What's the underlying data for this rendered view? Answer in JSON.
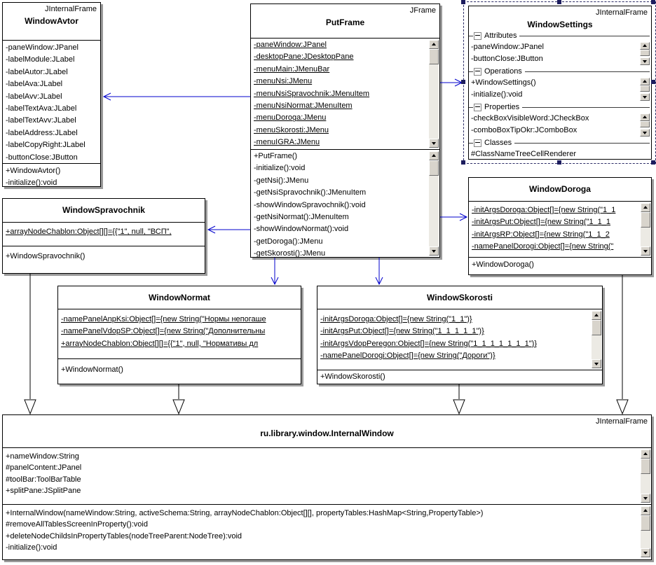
{
  "colors": {
    "association": "#0000cc",
    "generalization": "#000000",
    "box_border": "#000000",
    "shadow": "#9b9b9b",
    "selection": "#2b2b66"
  },
  "classes": {
    "windowAvtor": {
      "stereotype": "JInternalFrame",
      "name": "WindowAvtor",
      "attributes": [
        {
          "t": "-paneWindow:JPanel"
        },
        {
          "t": "-labelModule:JLabel"
        },
        {
          "t": "-labelAutor:JLabel"
        },
        {
          "t": "-labelAva:JLabel"
        },
        {
          "t": "-labelAvv:JLabel"
        },
        {
          "t": "-labelTextAva:JLabel"
        },
        {
          "t": "-labelTextAvv:JLabel"
        },
        {
          "t": "-labelAddress:JLabel"
        },
        {
          "t": "-labelCopyRight:JLabel"
        },
        {
          "t": "-buttonClose:JButton"
        }
      ],
      "operations": [
        {
          "t": "+WindowAvtor()"
        },
        {
          "t": "-initialize():void"
        }
      ]
    },
    "putFrame": {
      "stereotype": "JFrame",
      "name": "PutFrame",
      "attributes": [
        {
          "t": "-paneWindow:JPanel",
          "u": true
        },
        {
          "t": "-desktopPane:JDesktopPane",
          "u": true
        },
        {
          "t": "-menuMain:JMenuBar",
          "u": true
        },
        {
          "t": "-menuNsi:JMenu",
          "u": true
        },
        {
          "t": "-menuNsiSpravochnik:JMenuItem",
          "u": true
        },
        {
          "t": "-menuNsiNormat:JMenuItem",
          "u": true
        },
        {
          "t": "-menuDoroga:JMenu",
          "u": true
        },
        {
          "t": "-menuSkorosti:JMenu",
          "u": true
        },
        {
          "t": "-menuIGRA:JMenu",
          "u": true
        }
      ],
      "operations": [
        {
          "t": "+PutFrame()"
        },
        {
          "t": "-initialize():void"
        },
        {
          "t": "-getNsi():JMenu"
        },
        {
          "t": "-getNsiSpravochnik():JMenuItem"
        },
        {
          "t": "-showWindowSpravochnik():void"
        },
        {
          "t": "-getNsiNormat():JMenuItem"
        },
        {
          "t": "-showWindowNormat():void"
        },
        {
          "t": "-getDoroga():JMenu"
        },
        {
          "t": "-getSkorosti():JMenu"
        }
      ]
    },
    "windowSettings": {
      "stereotype": "JInternalFrame",
      "name": "WindowSettings",
      "sections": [
        {
          "title": "Attributes",
          "scroll": true,
          "items": [
            {
              "t": "-paneWindow:JPanel"
            },
            {
              "t": "-buttonClose:JButton"
            }
          ]
        },
        {
          "title": "Operations",
          "scroll": true,
          "items": [
            {
              "t": "+WindowSettings()"
            },
            {
              "t": "-initialize():void"
            }
          ]
        },
        {
          "title": "Properties",
          "scroll": true,
          "items": [
            {
              "t": "-checkBoxVisibleWord:JCheckBox"
            },
            {
              "t": "-comboBoxTipOkr:JComboBox"
            }
          ]
        },
        {
          "title": "Classes",
          "scroll": false,
          "items": [
            {
              "t": "#ClassNameTreeCellRenderer"
            }
          ]
        }
      ]
    },
    "windowSpravochnik": {
      "name": "WindowSpravochnik",
      "attributes": [
        {
          "t": "+arrayNodeChablon:Object[][]={{\"1\", null, \"ВСП\",",
          "u": true
        }
      ],
      "operations": [
        {
          "t": "+WindowSpravochnik()"
        }
      ]
    },
    "windowDoroga": {
      "name": "WindowDoroga",
      "attributes": [
        {
          "t": "-initArgsDoroga:Object[]={new String(\"1_1",
          "u": true
        },
        {
          "t": "-initArgsPut:Object[]={new String(\"1_1_1",
          "u": true
        },
        {
          "t": "-initArgsRP:Object[]={new String(\"1_1_2",
          "u": true
        },
        {
          "t": "-namePanelDorogi:Object[]={new String(\"",
          "u": true
        }
      ],
      "operations": [
        {
          "t": "+WindowDoroga()"
        }
      ]
    },
    "windowNormat": {
      "name": "WindowNormat",
      "attributes": [
        {
          "t": "-namePanelAnpKsi:Object[]={new String(\"Нормы непогаше",
          "u": true
        },
        {
          "t": "-namePanelVdopSP:Object[]={new String(\"Дополнительны",
          "u": true
        },
        {
          "t": "+arrayNodeChablon:Object[][]={{\"1\", null, \"Нормативы дл",
          "u": true
        }
      ],
      "operations": [
        {
          "t": "+WindowNormat()"
        }
      ]
    },
    "windowSkorosti": {
      "name": "WindowSkorosti",
      "attributes": [
        {
          "t": "-initArgsDoroga:Object[]={new String(\"1_1\")}",
          "u": true
        },
        {
          "t": "-initArgsPut:Object[]={new String(\"1_1_1_1_1\")}",
          "u": true
        },
        {
          "t": "-initArgsVdopPeregon:Object[]={new String(\"1_1_1_1_1_1_1\")}",
          "u": true
        },
        {
          "t": "-namePanelDorogi:Object[]={new String(\"Дороги\")}",
          "u": true
        }
      ],
      "operations": [
        {
          "t": "+WindowSkorosti()"
        }
      ]
    },
    "internalWindow": {
      "stereotype": "JInternalFrame",
      "name": "ru.library.window.InternalWindow",
      "attributes": [
        {
          "t": "+nameWindow:String"
        },
        {
          "t": "#panelContent:JPanel"
        },
        {
          "t": "#toolBar:ToolBarTable"
        },
        {
          "t": "+splitPane:JSplitPane"
        }
      ],
      "operations": [
        {
          "t": "+InternalWindow(nameWindow:String, activeSchema:String, arrayNodeChablon:Object[][], propertyTables:HashMap<String,PropertyTable>)"
        },
        {
          "t": "#removeAllTablesScreenInProperty():void"
        },
        {
          "t": "+deleteNodeChildsInPropertyTables(nodeTreeParent:NodeTree):void"
        },
        {
          "t": "-initialize():void"
        }
      ]
    }
  }
}
